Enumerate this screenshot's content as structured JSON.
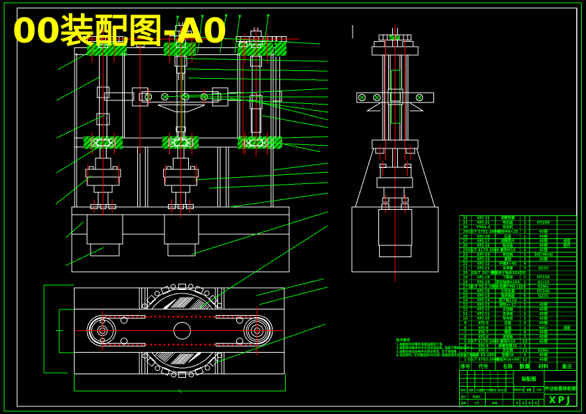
{
  "title": "00装配图-A0",
  "colors": {
    "bg": "#000000",
    "line": "#ffffff",
    "accent": "#00ff00",
    "center": "#ff0000",
    "title": "#ffff00"
  },
  "bom": {
    "headers": [
      "序号",
      "代号",
      "名称",
      "数量",
      "材料",
      "备注"
    ],
    "rows": [
      {
        "no": "32",
        "code": "XPJ-32",
        "name": "调整垫圈",
        "qty": "1",
        "mat": "",
        "rem": ""
      },
      {
        "no": "31",
        "code": "XPJ-31",
        "name": "电机座",
        "qty": "1",
        "mat": "HT200",
        "rem": ""
      },
      {
        "no": "30",
        "code": "Y90S-4",
        "name": "电动机",
        "qty": "1",
        "mat": "",
        "rem": ""
      },
      {
        "no": "29",
        "code": "GB/T 5781-2000",
        "name": "螺栓M8×25",
        "qty": "2",
        "mat": "45钢",
        "rem": ""
      },
      {
        "no": "28",
        "code": "XPJ-28",
        "name": "压盖",
        "qty": "1",
        "mat": "45钢",
        "rem": ""
      },
      {
        "no": "27",
        "code": "XPJ-27",
        "name": "调整垫片",
        "qty": "1",
        "mat": "45钢",
        "rem": "成组"
      },
      {
        "no": "26",
        "code": "XPJ-26",
        "name": "轴承座",
        "qty": "2",
        "mat": "45钢",
        "rem": "配作"
      },
      {
        "no": "25",
        "code": "GB/T 6170-2000",
        "name": "螺母M10",
        "qty": "4",
        "mat": "45钢",
        "rem": ""
      },
      {
        "no": "24",
        "code": "XPJ-24",
        "name": "传动轴",
        "qty": "1",
        "mat": "30CrMnSi",
        "rem": ""
      },
      {
        "no": "23",
        "code": "XPJ-23",
        "name": "套筒",
        "qty": "1",
        "mat": "45钢",
        "rem": ""
      },
      {
        "no": "22",
        "code": "XPJ-22",
        "name": "平键8×40",
        "qty": "4",
        "mat": "",
        "rem": ""
      },
      {
        "no": "21",
        "code": "XPJ-21",
        "name": "支承套",
        "qty": "5",
        "mat": "Q235",
        "rem": ""
      },
      {
        "no": "20",
        "code": "GB/T 297-94",
        "name": "圆锥滚子轴承30205",
        "qty": "2",
        "mat": "",
        "rem": ""
      },
      {
        "no": "19",
        "code": "XPJ-19",
        "name": "下箱体",
        "qty": "1",
        "mat": "HT150",
        "rem": ""
      },
      {
        "no": "18",
        "code": "XPJ-18",
        "name": "滚动轴承6204",
        "qty": "2",
        "mat": "GCr15",
        "rem": ""
      },
      {
        "no": "17",
        "code": "GB/T 70.1-2000",
        "name": "内六角螺钉M6×16",
        "qty": "8",
        "mat": "65Mn",
        "rem": ""
      },
      {
        "no": "16",
        "code": "XPJ-16",
        "name": "立柱支座",
        "qty": "2",
        "mat": "HT200",
        "rem": ""
      },
      {
        "no": "15",
        "code": "XPJ-15",
        "name": "轴承端盖",
        "qty": "6",
        "mat": "Q235",
        "rem": ""
      },
      {
        "no": "14",
        "code": "XPJ-14",
        "name": "滚子链12A",
        "qty": "6",
        "mat": "",
        "rem": ""
      },
      {
        "no": "13",
        "code": "XPJ-13",
        "name": "链轮z=17",
        "qty": "2",
        "mat": "45钢",
        "rem": ""
      },
      {
        "no": "12",
        "code": "XPJ-12",
        "name": "主动轴",
        "qty": "1",
        "mat": "45钢",
        "rem": ""
      },
      {
        "no": "11",
        "code": "XPJ-11",
        "name": "支承板",
        "qty": "2",
        "mat": "45钢",
        "rem": ""
      },
      {
        "no": "10",
        "code": "XPJ-10",
        "name": "导向柱",
        "qty": "2",
        "mat": "45钢",
        "rem": ""
      },
      {
        "no": "9",
        "code": "XPJ-9",
        "name": "压板",
        "qty": "4",
        "mat": "45钢",
        "rem": ""
      },
      {
        "no": "8",
        "code": "XPJ-8",
        "name": "主轴",
        "qty": "1",
        "mat": "40Cr",
        "rem": "调质"
      },
      {
        "no": "7",
        "code": "XPJ-7",
        "name": "横梁",
        "qty": "4",
        "mat": "45钢",
        "rem": ""
      },
      {
        "no": "6",
        "code": "XPJ-6",
        "name": "连接板",
        "qty": "3",
        "mat": "45钢",
        "rem": ""
      },
      {
        "no": "5",
        "code": "GB/T 6170-2000",
        "name": "螺母M16",
        "qty": "18",
        "mat": "45钢",
        "rem": ""
      },
      {
        "no": "4",
        "code": "XPJ-4",
        "name": "弹簧垫圈16",
        "qty": "1",
        "mat": "",
        "rem": ""
      },
      {
        "no": "3",
        "code": "XPJ-3",
        "name": "定位销",
        "qty": "13",
        "mat": "65Mn",
        "rem": ""
      },
      {
        "no": "2",
        "code": "GB/T 95-2002",
        "name": "垫圈16",
        "qty": "4",
        "mat": "45钢",
        "rem": ""
      },
      {
        "no": "1",
        "code": "GB/T 5783-2000",
        "name": "螺栓M16×60",
        "qty": "12",
        "mat": "45钢",
        "rem": ""
      }
    ]
  },
  "notes": {
    "title": "技术要求",
    "lines": [
      "1.装配前所有零件用煤油清洗干净.",
      "2.装配滚动轴承时允许用油浴加热, 油温不得超过100℃.",
      "3.装配后各运动构件应转动灵活, 无卡滞现象.",
      "4.试运转时, 先空载运转30分钟, 检查各部无异常后方可加载."
    ]
  },
  "title_block": {
    "drawing_name": "装配图",
    "org": "传动装置装配图",
    "code": "XPJ",
    "row_labels": [
      "标记",
      "处数",
      "分区",
      "更改文件号",
      "签名",
      "年月日"
    ],
    "sign_labels": [
      "设计",
      "标准化",
      "审核",
      "工艺",
      "批准"
    ],
    "mark_labels": [
      "阶段标记",
      "重量",
      "比例"
    ],
    "sheet_labels": [
      "共",
      "张",
      "第",
      "张"
    ]
  }
}
